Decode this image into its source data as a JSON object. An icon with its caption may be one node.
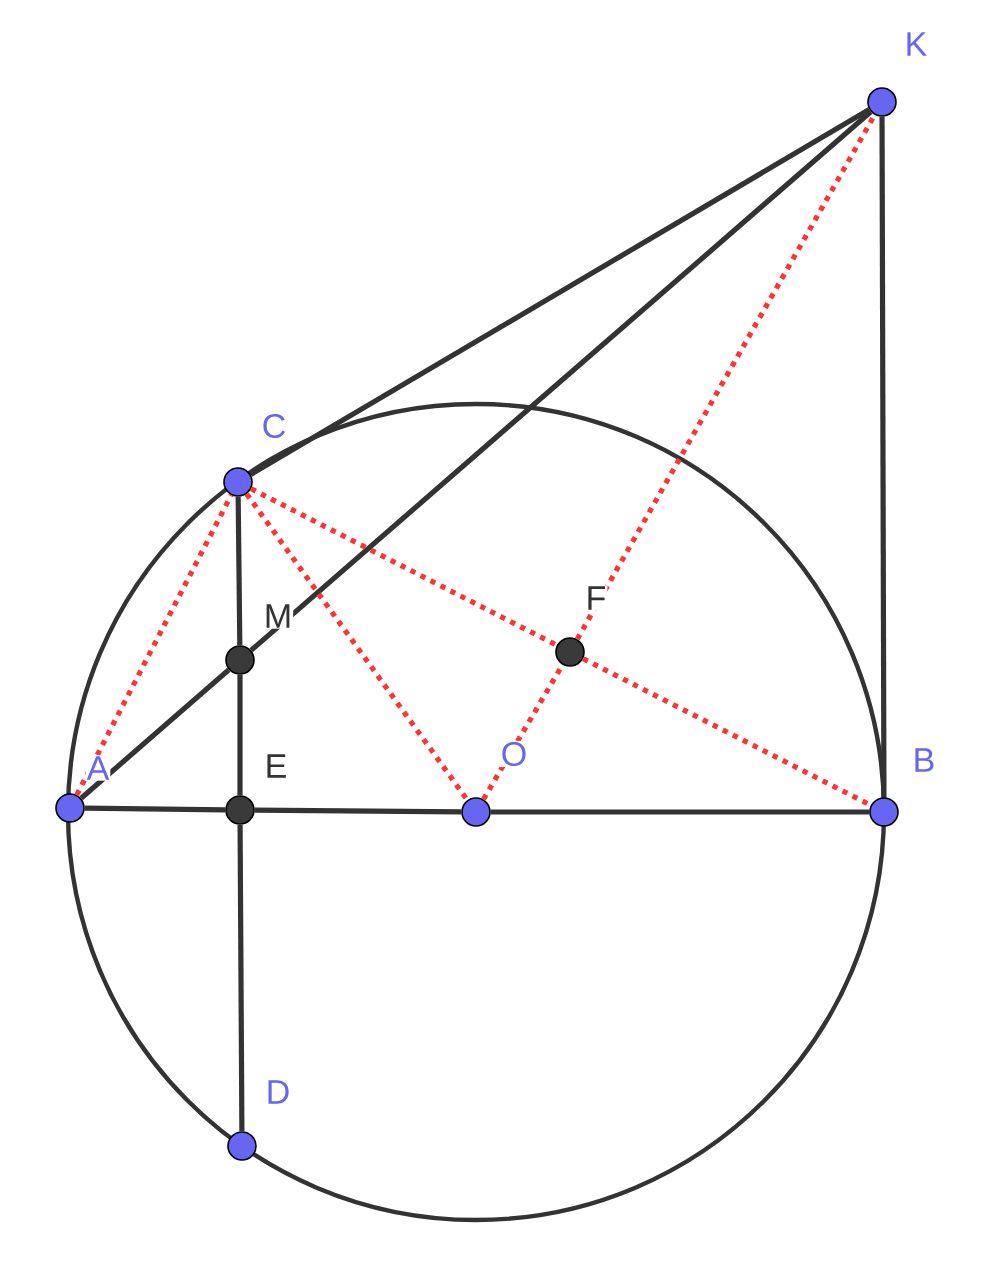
{
  "diagram": {
    "nodes": [
      {
        "text": [
          "A"
        ]
      },
      {
        "text": [
          "B"
        ]
      },
      {
        "text": [
          "C"
        ]
      },
      {
        "text": [
          "D"
        ]
      },
      {
        "text": [
          "E"
        ]
      },
      {
        "text": [
          "M"
        ]
      },
      {
        "text": [
          "O"
        ]
      },
      {
        "text": [
          "F"
        ]
      },
      {
        "text": [
          "K"
        ]
      }
    ],
    "edges": [
      {
        "from": 0,
        "to": 4,
        "arrow": "none"
      },
      {
        "from": 4,
        "to": 6,
        "arrow": "none"
      },
      {
        "from": 6,
        "to": 1,
        "arrow": "none"
      },
      {
        "from": 2,
        "to": 5,
        "arrow": "none"
      },
      {
        "from": 5,
        "to": 4,
        "arrow": "none"
      },
      {
        "from": 4,
        "to": 3,
        "arrow": "none"
      },
      {
        "from": 0,
        "to": 5,
        "arrow": "none"
      },
      {
        "from": 5,
        "to": 8,
        "arrow": "none"
      },
      {
        "from": 2,
        "to": 8,
        "arrow": "none"
      },
      {
        "from": 8,
        "to": 1,
        "arrow": "none"
      },
      {
        "from": 0,
        "to": 2,
        "arrow": "none",
        "style": "dashed",
        "color": "#ff3333"
      },
      {
        "from": 2,
        "to": 6,
        "arrow": "none",
        "style": "dashed",
        "color": "#ff3333"
      },
      {
        "from": 2,
        "to": 7,
        "arrow": "none",
        "style": "dashed",
        "color": "#ff3333"
      },
      {
        "from": 7,
        "to": 1,
        "arrow": "none",
        "style": "dashed",
        "color": "#ff3333"
      },
      {
        "from": 6,
        "to": 7,
        "arrow": "none",
        "style": "dashed",
        "color": "#ff3333"
      },
      {
        "from": 7,
        "to": 8,
        "arrow": "none",
        "style": "dashed",
        "color": "#ff3333"
      }
    ]
  }
}
